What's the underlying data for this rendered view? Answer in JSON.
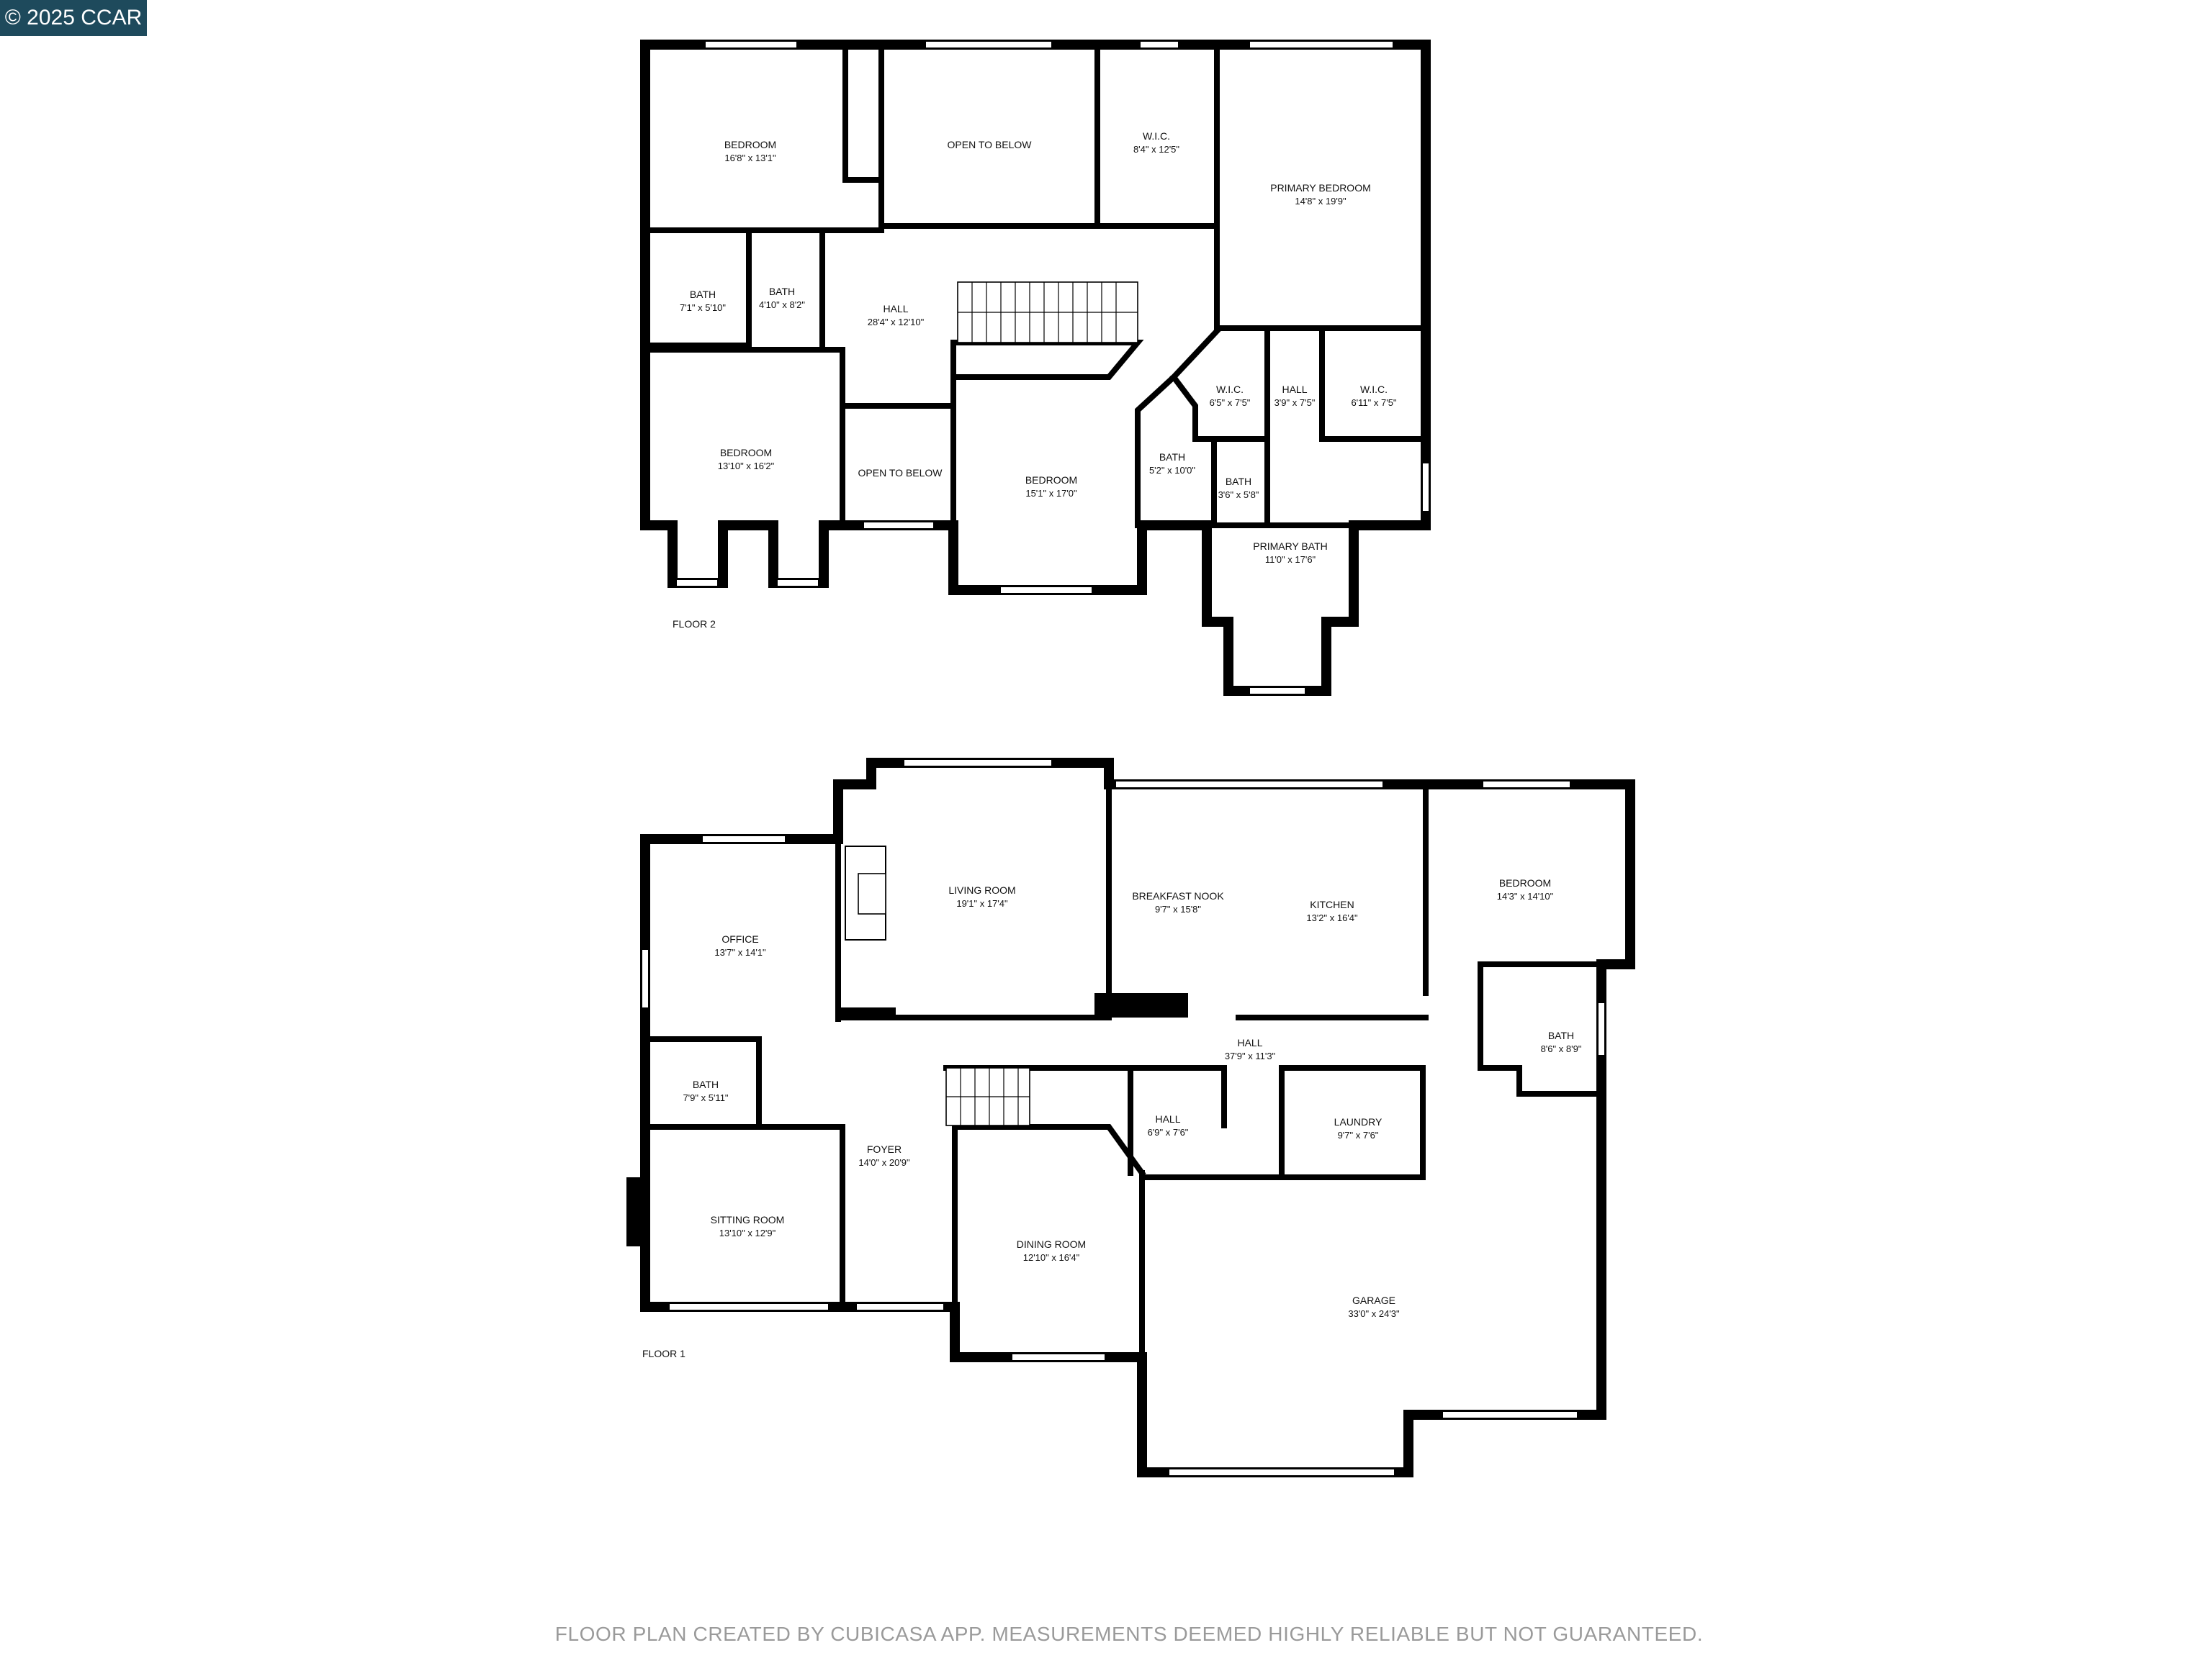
{
  "copyright": "© 2025 CCAR",
  "footer": "FLOOR PLAN CREATED BY CUBICASA APP. MEASUREMENTS DEEMED HIGHLY RELIABLE BUT NOT GUARANTEED.",
  "floor2": {
    "label": "FLOOR 2",
    "rooms": [
      {
        "name": "BEDROOM",
        "dim": "16'8\" x 13'1\""
      },
      {
        "name": "OPEN TO BELOW",
        "dim": ""
      },
      {
        "name": "W.I.C.",
        "dim": "8'4\" x 12'5\""
      },
      {
        "name": "PRIMARY BEDROOM",
        "dim": "14'8\" x 19'9\""
      },
      {
        "name": "BATH",
        "dim": "7'1\" x 5'10\""
      },
      {
        "name": "BATH",
        "dim": "4'10\" x 8'2\""
      },
      {
        "name": "HALL",
        "dim": "28'4\" x 12'10\""
      },
      {
        "name": "BEDROOM",
        "dim": "13'10\" x 16'2\""
      },
      {
        "name": "OPEN TO BELOW",
        "dim": ""
      },
      {
        "name": "BEDROOM",
        "dim": "15'1\" x 17'0\""
      },
      {
        "name": "W.I.C.",
        "dim": "6'5\" x 7'5\""
      },
      {
        "name": "HALL",
        "dim": "3'9\" x 7'5\""
      },
      {
        "name": "W.I.C.",
        "dim": "6'11\" x 7'5\""
      },
      {
        "name": "BATH",
        "dim": "5'2\" x 10'0\""
      },
      {
        "name": "BATH",
        "dim": "3'6\" x 5'8\""
      },
      {
        "name": "PRIMARY BATH",
        "dim": "11'0\" x 17'6\""
      }
    ]
  },
  "floor1": {
    "label": "FLOOR 1",
    "rooms": [
      {
        "name": "LIVING ROOM",
        "dim": "19'1\" x 17'4\""
      },
      {
        "name": "OFFICE",
        "dim": "13'7\" x 14'1\""
      },
      {
        "name": "BREAKFAST NOOK",
        "dim": "9'7\" x 15'8\""
      },
      {
        "name": "KITCHEN",
        "dim": "13'2\" x 16'4\""
      },
      {
        "name": "BEDROOM",
        "dim": "14'3\" x 14'10\""
      },
      {
        "name": "HALL",
        "dim": "37'9\" x 11'3\""
      },
      {
        "name": "BATH",
        "dim": "8'6\" x 8'9\""
      },
      {
        "name": "BATH",
        "dim": "7'9\" x 5'11\""
      },
      {
        "name": "FOYER",
        "dim": "14'0\" x 20'9\""
      },
      {
        "name": "HALL",
        "dim": "6'9\" x 7'6\""
      },
      {
        "name": "LAUNDRY",
        "dim": "9'7\" x 7'6\""
      },
      {
        "name": "SITTING ROOM",
        "dim": "13'10\" x 12'9\""
      },
      {
        "name": "DINING ROOM",
        "dim": "12'10\" x 16'4\""
      },
      {
        "name": "GARAGE",
        "dim": "33'0\" x 24'3\""
      }
    ]
  }
}
